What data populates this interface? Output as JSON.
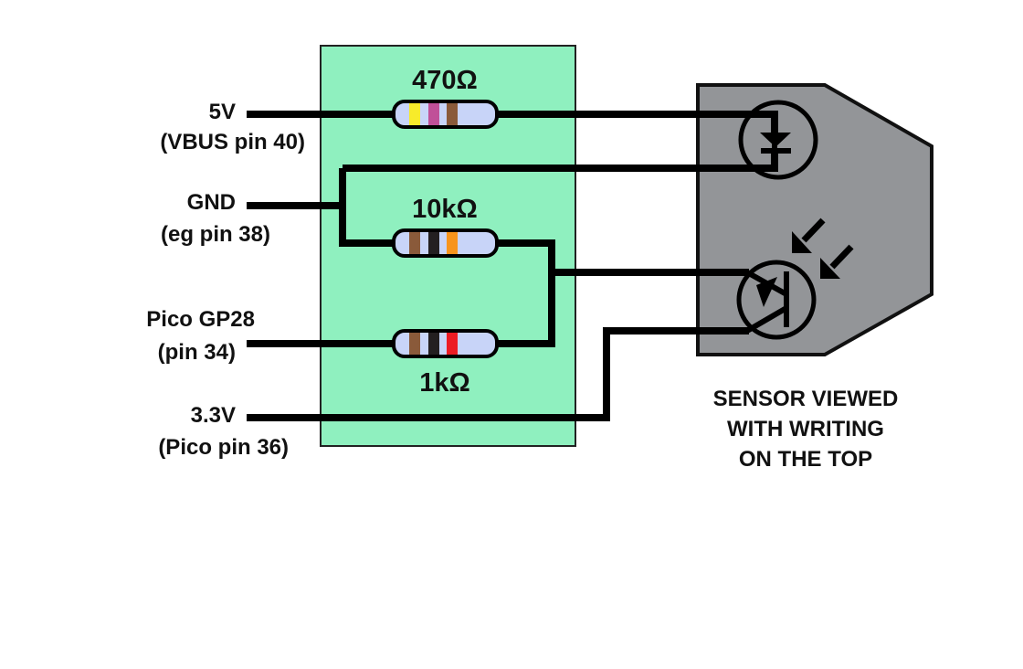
{
  "colors": {
    "board": "#8ff0bf",
    "sensor_body": "#939598",
    "resistor_body": "#c8d4f8",
    "wire": "#000000"
  },
  "pins": [
    {
      "line1": "5V",
      "line2": "(VBUS pin 40)"
    },
    {
      "line1": "GND",
      "line2": "(eg pin 38)"
    },
    {
      "line1": "Pico GP28",
      "line2": "(pin 34)"
    },
    {
      "line1": "3.3V",
      "line2": "(Pico pin 36)"
    }
  ],
  "resistors": [
    {
      "value": "470Ω",
      "bands": [
        "#f7eb2a",
        "#c05098",
        "#8a5a3a"
      ]
    },
    {
      "value": "10kΩ",
      "bands": [
        "#8a5a3a",
        "#231f20",
        "#f7941d"
      ]
    },
    {
      "value": "1kΩ",
      "bands": [
        "#8a5a3a",
        "#231f20",
        "#ed1c24"
      ]
    }
  ],
  "sensor": {
    "components": [
      "infrared-led",
      "phototransistor"
    ],
    "note": [
      "SENSOR VIEWED",
      "WITH WRITING",
      "ON THE TOP"
    ]
  }
}
